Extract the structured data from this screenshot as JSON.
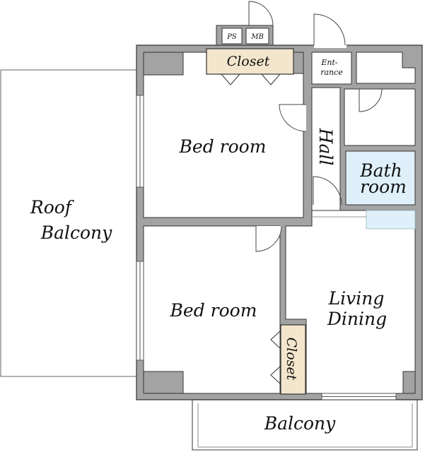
{
  "rooms": {
    "roof_balcony": [
      "Roof",
      "Balcony"
    ],
    "bedroom_top": "Bed room",
    "bedroom_bottom": "Bed room",
    "hall": "Hall",
    "bath": [
      "Bath",
      "room"
    ],
    "living": [
      "Living",
      "Dining"
    ],
    "balcony": "Balcony",
    "closet_top": "Closet",
    "closet_side": "Closet",
    "entrance": [
      "Ent-",
      "rance"
    ],
    "ps": "PS",
    "mb": "MB"
  },
  "colors": {
    "wall": "#a3a3a3",
    "wall_stroke": "#333333",
    "closet": "#f3e6cc",
    "bath": "#dff0fa",
    "line": "#555555"
  }
}
